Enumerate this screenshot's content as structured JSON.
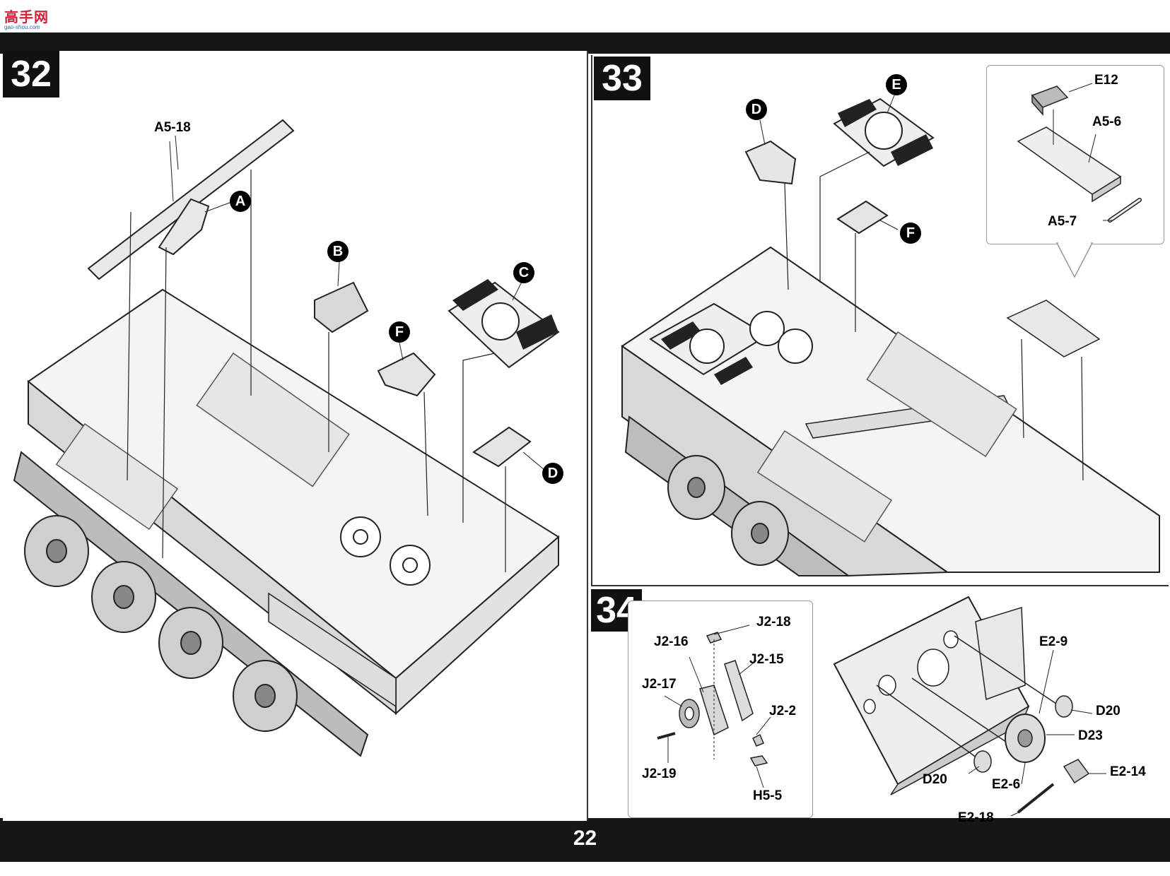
{
  "site_logo": {
    "main": "高手网",
    "sub": "gao-shou.com"
  },
  "page_number": "22",
  "steps": [
    {
      "number": "32",
      "parts": [
        "A5-18"
      ],
      "subassemblies": [
        "A",
        "B",
        "C",
        "F",
        "D"
      ]
    },
    {
      "number": "33",
      "parts": [
        "E12",
        "A5-6",
        "A5-7"
      ],
      "subassemblies": [
        "D",
        "E",
        "F"
      ]
    },
    {
      "number": "34",
      "parts": [
        "J2-18",
        "J2-16",
        "J2-15",
        "J2-17",
        "J2-2",
        "J2-19",
        "H5-5",
        "E2-9",
        "D20",
        "D23",
        "E2-14",
        "D20",
        "E2-6",
        "E2-18"
      ]
    }
  ]
}
